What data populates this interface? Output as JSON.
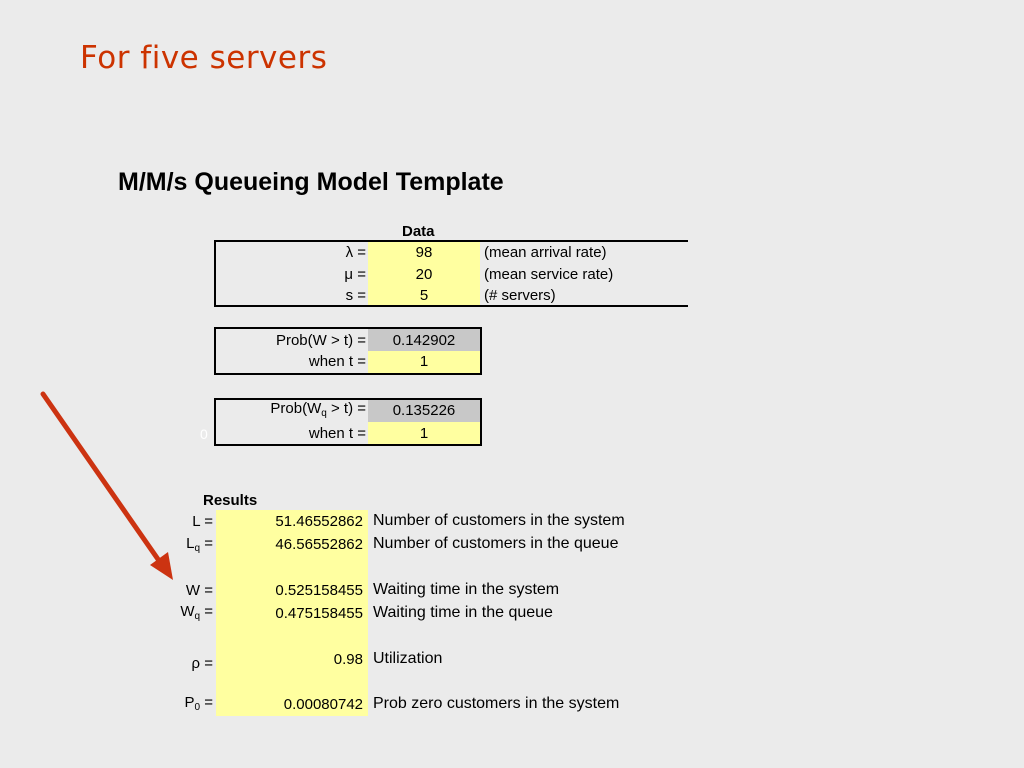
{
  "slide": {
    "title": "For five servers"
  },
  "template": {
    "title": "M/M/s Queueing Model Template"
  },
  "data_section": {
    "header": "Data",
    "rows": [
      {
        "label": "λ =",
        "value": "98",
        "description": "(mean arrival rate)"
      },
      {
        "label": "μ =",
        "value": "20",
        "description": "(mean service rate)"
      },
      {
        "label": "s =",
        "value": "5",
        "description": "(# servers)"
      }
    ]
  },
  "prob_w": {
    "label": "Prob(W > t) =",
    "value": "0.142902",
    "t_label": "when t =",
    "t_value": "1"
  },
  "prob_wq": {
    "label_pre": "Prob(W",
    "label_sub": "q",
    "label_post": " > t) =",
    "value": "0.135226",
    "t_label": "when t =",
    "t_value": "1",
    "stray": "0"
  },
  "results": {
    "header": "Results",
    "L": {
      "label": "L =",
      "value": "51.46552862",
      "description": "Number of customers in the system"
    },
    "Lq": {
      "label_pre": "L",
      "label_sub": "q",
      "label_post": " =",
      "value": "46.56552862",
      "description": "Number of customers in the queue"
    },
    "W": {
      "label": "W =",
      "value": "0.525158455",
      "description": "Waiting time in the system"
    },
    "Wq": {
      "label_pre": "W",
      "label_sub": "q",
      "label_post": " =",
      "value": "0.475158455",
      "description": "Waiting time in the queue"
    },
    "rho": {
      "label": "ρ =",
      "value": "0.98",
      "description": "Utilization"
    },
    "P0": {
      "label_pre": "P",
      "label_sub": "0",
      "label_post": " =",
      "value": "0.00080742",
      "description": "Prob zero customers in the system"
    }
  },
  "colors": {
    "title": "#cc3300",
    "arrow": "#cc3311",
    "input_fill": "#ffffa0",
    "output_fill": "#c8c8c8"
  }
}
